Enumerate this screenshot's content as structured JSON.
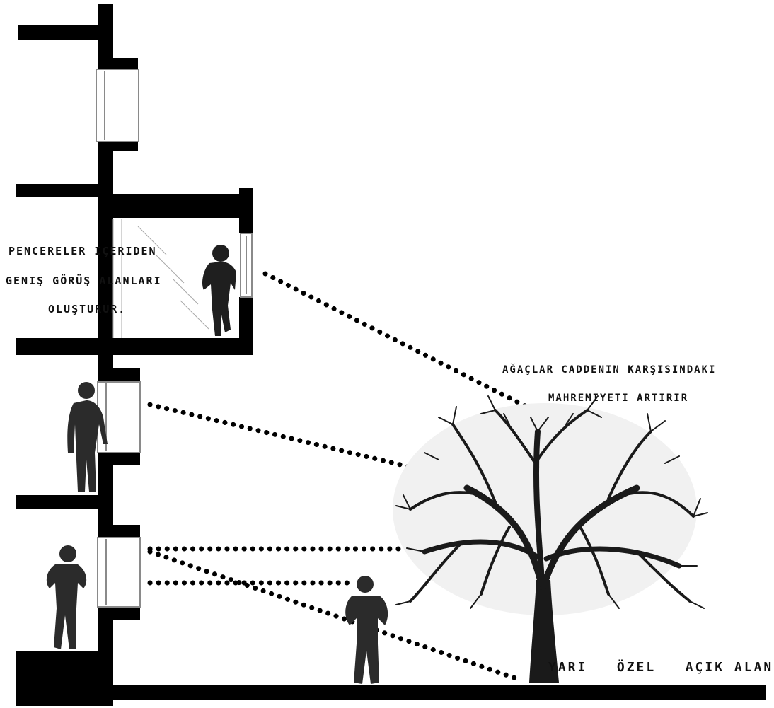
{
  "annotations": {
    "window_note": [
      "PENCERELER IÇERIDEN",
      "GENIŞ GÖRÜŞ ALANLARI",
      "OLUŞTURUR."
    ],
    "tree_note": [
      "AĞAÇLAR CADDENIN KARŞISINDAKI",
      "MAHREMIYETI ARTIRIR"
    ],
    "ground_label": "YARI   ÖZEL   AÇIK ALAN"
  },
  "colors": {
    "structure": "#000000",
    "silhouette": "#2b2b2b",
    "tree": "#1a1a1a",
    "window_frame": "#8a8a8a",
    "background": "#ffffff"
  }
}
